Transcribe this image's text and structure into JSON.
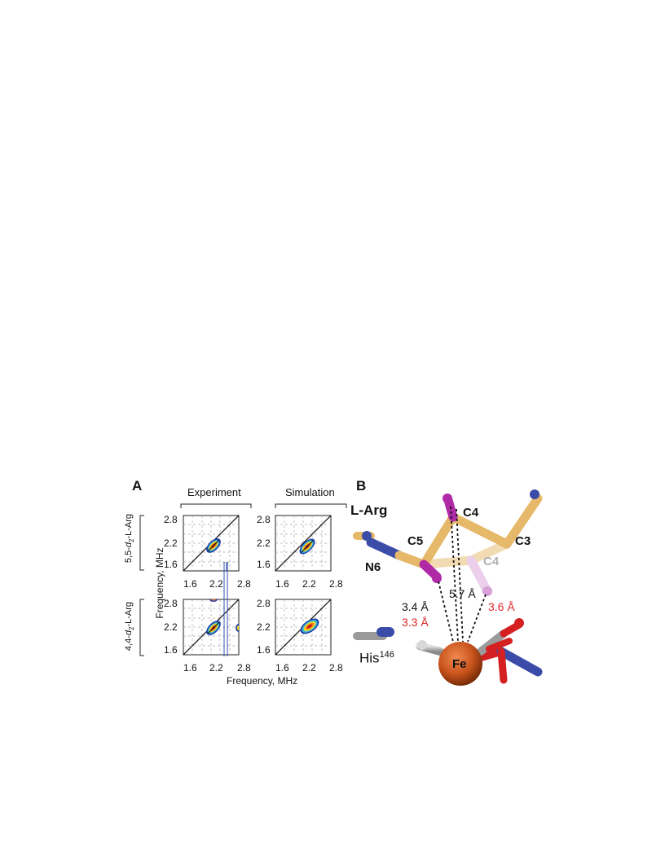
{
  "panel_a": {
    "letter": "A",
    "col_experiment": "Experiment",
    "col_simulation": "Simulation",
    "row_top_label_parts": [
      "5,5-",
      "d",
      "2",
      "-L-Arg"
    ],
    "row_bottom_label_parts": [
      "4,4-",
      "d",
      "2",
      "-L-Arg"
    ],
    "y_axis_title": "Frequency, MHz",
    "x_axis_title": "Frequency, MHz",
    "ticks": [
      "1.6",
      "2.2",
      "2.8"
    ]
  },
  "panel_b": {
    "letter": "B",
    "labels": {
      "l_arg": "L-Arg",
      "c4_top": "C4",
      "c5": "C5",
      "c3": "C3",
      "c4_faded": "C4",
      "n6": "N6",
      "fe": "Fe",
      "his_base": "His",
      "his_sup": "146"
    },
    "distances": {
      "d_left_black": "3.4 Å",
      "d_left_red": "3.3 Å",
      "d_mid": "5.7 Å",
      "d_right_red": "3.6 Å"
    }
  },
  "colors": {
    "carbon": "#E6B86A",
    "deuterium": "#B02AA8",
    "nitrogen": "#3A4BA8",
    "iron": "#C8541C",
    "red_text": "#E02828",
    "oxygen": "#D42020",
    "grey": "#9A9A9A"
  }
}
